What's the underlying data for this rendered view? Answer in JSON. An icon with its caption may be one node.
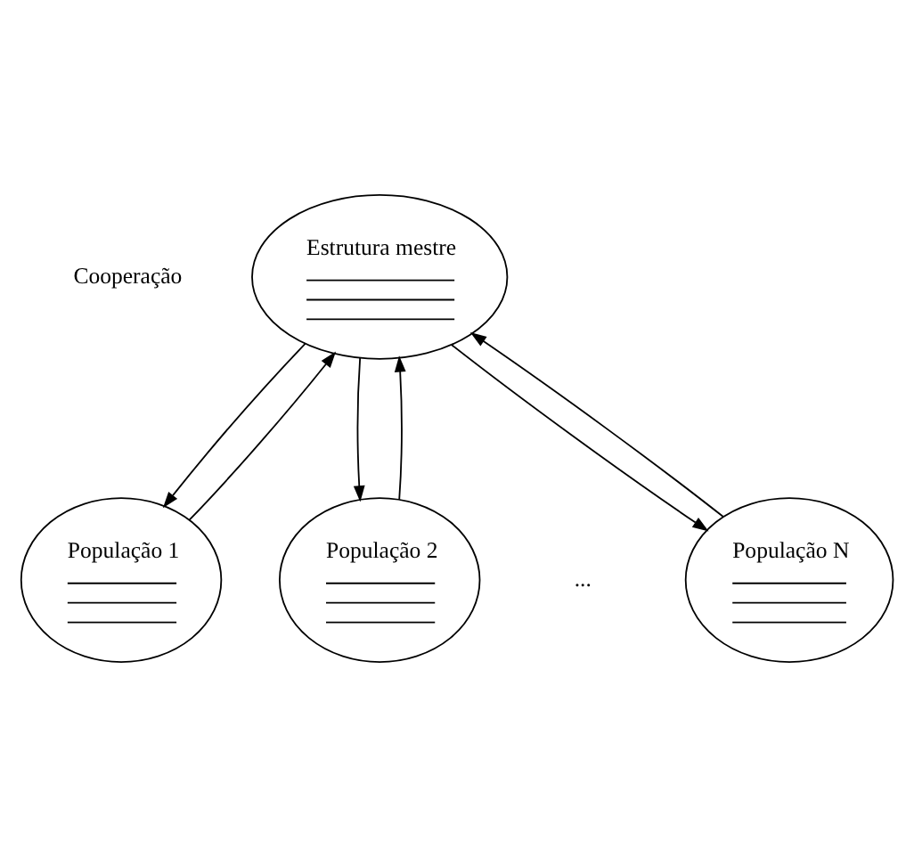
{
  "diagram": {
    "nodes": [
      {
        "text": [
          "Estrutura mestre"
        ]
      },
      {
        "text": [
          "População 1"
        ]
      },
      {
        "text": [
          "População 2"
        ]
      },
      {
        "text": [
          "População N"
        ]
      }
    ],
    "edges": [
      {
        "from": 0,
        "to": 1,
        "arrow": "to"
      },
      {
        "from": 1,
        "to": 0,
        "arrow": "to"
      },
      {
        "from": 0,
        "to": 2,
        "arrow": "to"
      },
      {
        "from": 2,
        "to": 0,
        "arrow": "to"
      },
      {
        "from": 0,
        "to": 3,
        "arrow": "to"
      },
      {
        "from": 3,
        "to": 0,
        "arrow": "to"
      }
    ],
    "labels": [
      "Cooperação",
      "..."
    ]
  }
}
